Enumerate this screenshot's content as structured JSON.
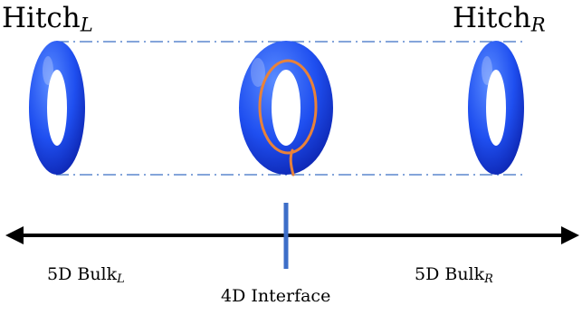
{
  "labels": {
    "hitch_left": {
      "text": "Hitch",
      "sub": "L"
    },
    "hitch_right": {
      "text": "Hitch",
      "sub": "R"
    },
    "bulk_left": {
      "text": "5D Bulk",
      "sub": "L"
    },
    "bulk_right": {
      "text": "5D Bulk",
      "sub": "R"
    },
    "interface": "4D Interface"
  },
  "colors": {
    "torus_light": "#5a8cff",
    "torus_mid": "#1f4ff0",
    "torus_dark": "#0a1fa8",
    "loop": "#e8823a",
    "guide_line": "#3b6fc4",
    "interface_marker": "#3d6ec8",
    "axis": "#000000"
  }
}
